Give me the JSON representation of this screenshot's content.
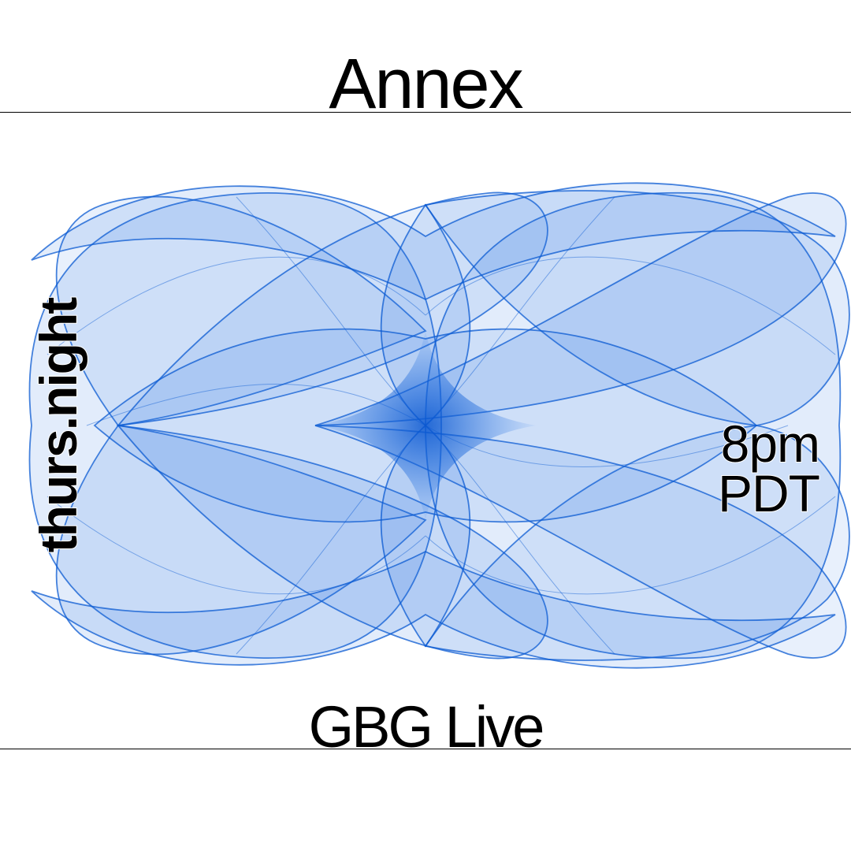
{
  "header": {
    "title": "Annex"
  },
  "footer": {
    "title": "GBG Live"
  },
  "side": {
    "day": "thurs.night"
  },
  "time": {
    "hour": "8pm",
    "zone": "PDT"
  },
  "artwork": {
    "description_icon": "blue-line-envelope-icon",
    "colors": {
      "stroke": "#0a5ad2",
      "fill": "#1f6fe0",
      "background": "#ffffff"
    }
  }
}
